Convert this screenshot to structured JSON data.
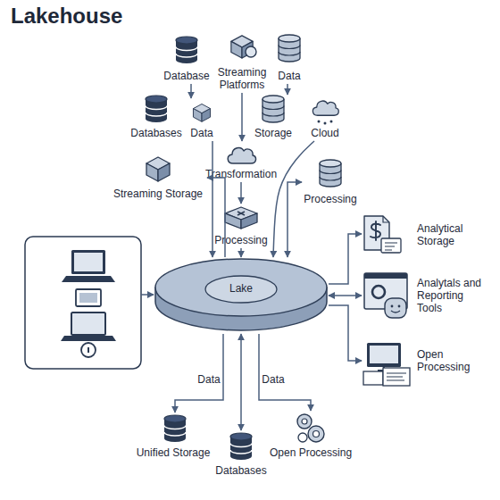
{
  "diagram": {
    "title": "Lakehouse",
    "nodes": [
      {
        "text": [
          "Database"
        ]
      },
      {
        "text": [
          "Streaming Platforms"
        ]
      },
      {
        "text": [
          "Data"
        ]
      },
      {
        "text": [
          "Databases"
        ]
      },
      {
        "text": [
          "Data"
        ]
      },
      {
        "text": [
          "Storage"
        ]
      },
      {
        "text": [
          "Cloud"
        ]
      },
      {
        "text": [
          "Transformation"
        ]
      },
      {
        "text": [
          "Streaming Storage"
        ]
      },
      {
        "text": [
          "Processing"
        ]
      },
      {
        "text": [
          "Processing"
        ]
      },
      {
        "text": [
          "Lake"
        ]
      },
      {
        "text": [
          "Analytical Storage"
        ]
      },
      {
        "text": [
          "Analytals and Reporting Tools"
        ]
      },
      {
        "text": [
          "Open Processing"
        ]
      },
      {
        "text": [
          "Unified Storage"
        ]
      },
      {
        "text": [
          "Databases"
        ]
      },
      {
        "text": [
          "Open Processing"
        ]
      }
    ],
    "edges": [
      {
        "from": 0,
        "to": 4,
        "arrow": "to"
      },
      {
        "from": 1,
        "to": 7,
        "arrow": "to"
      },
      {
        "from": 2,
        "to": 5,
        "arrow": "to"
      },
      {
        "from": 7,
        "to": 10,
        "arrow": "to"
      },
      {
        "from": 10,
        "to": 11,
        "arrow": "to"
      },
      {
        "from": 4,
        "to": 11,
        "arrow": "to"
      },
      {
        "from": 6,
        "to": 11,
        "arrow": "to"
      },
      {
        "from": 11,
        "to": 8,
        "arrow": "to"
      },
      {
        "from": 11,
        "to": 9,
        "arrow": "both"
      },
      {
        "from": 11,
        "to": 12,
        "arrow": "to"
      },
      {
        "from": 11,
        "to": 13,
        "arrow": "both"
      },
      {
        "from": 11,
        "to": 14,
        "arrow": "to"
      },
      {
        "from": 11,
        "to": 15,
        "label": "Data",
        "arrow": "to"
      },
      {
        "from": 11,
        "to": 16,
        "arrow": "both"
      },
      {
        "from": 11,
        "to": 17,
        "label": "Data",
        "arrow": "to"
      }
    ]
  }
}
